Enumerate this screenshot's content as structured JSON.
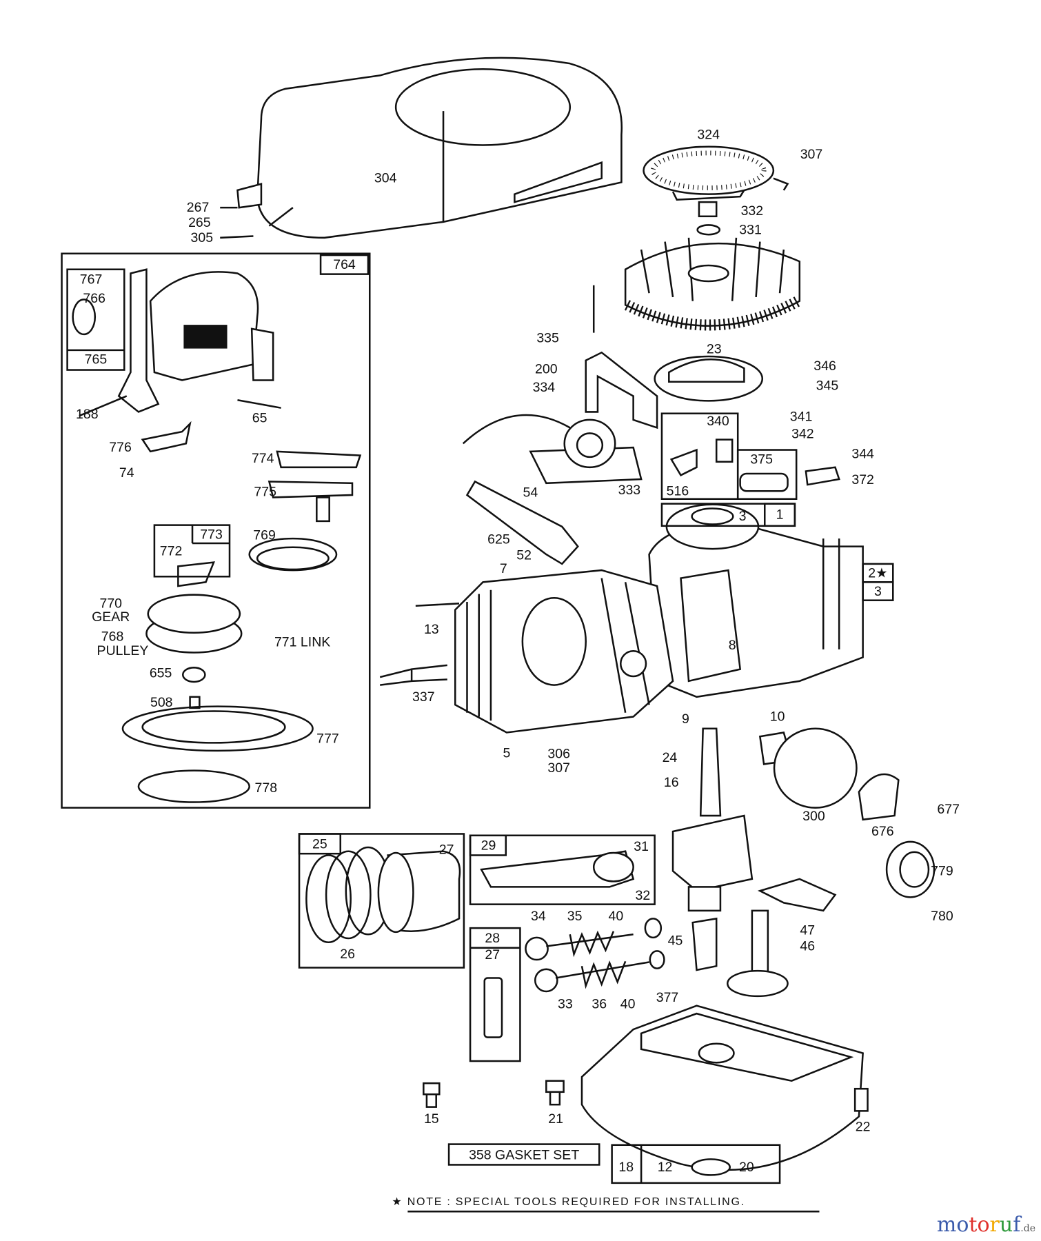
{
  "labels": [
    "304",
    "267",
    "265",
    "305",
    "324",
    "307",
    "332",
    "331",
    "23",
    "335",
    "200",
    "334",
    "346",
    "345",
    "341",
    "340",
    "342",
    "344",
    "372",
    "516",
    "333",
    "54",
    "625",
    "52",
    "7",
    "3",
    "13",
    "8",
    "337",
    "9",
    "10",
    "5",
    "306",
    "307",
    "24",
    "16",
    "300",
    "676",
    "677",
    "779",
    "780",
    "767",
    "766",
    "188",
    "65",
    "776",
    "774",
    "74",
    "775",
    "772",
    "769",
    "655",
    "508",
    "777",
    "778",
    "27",
    "31",
    "32",
    "26",
    "27",
    "34",
    "35",
    "40",
    "45",
    "46",
    "47",
    "33",
    "36",
    "40",
    "377",
    "15",
    "21",
    "22",
    "12",
    "20"
  ],
  "multiline_labels": {
    "gear": [
      "770",
      "GEAR"
    ],
    "pulley": [
      "768",
      "PULLEY"
    ],
    "link": "771 LINK"
  },
  "boxed_labels": {
    "b764": "764",
    "b765": "765",
    "b773": "773",
    "b25": "25",
    "b29": "29",
    "b28": "28",
    "b375": "375",
    "b1": "1",
    "b2": "2★",
    "b3": "3",
    "b18": "18"
  },
  "gasket_set": "358 GASKET SET",
  "note": "★ NOTE : SPECIAL TOOLS REQUIRED FOR INSTALLING.",
  "watermark": {
    "text": "motoruf",
    "suffix": ".de",
    "colors": [
      "#3b5bab",
      "#3b5bab",
      "#e0312c",
      "#e0312c",
      "#f2a800",
      "#2e9a3b",
      "#3b5bab"
    ]
  }
}
